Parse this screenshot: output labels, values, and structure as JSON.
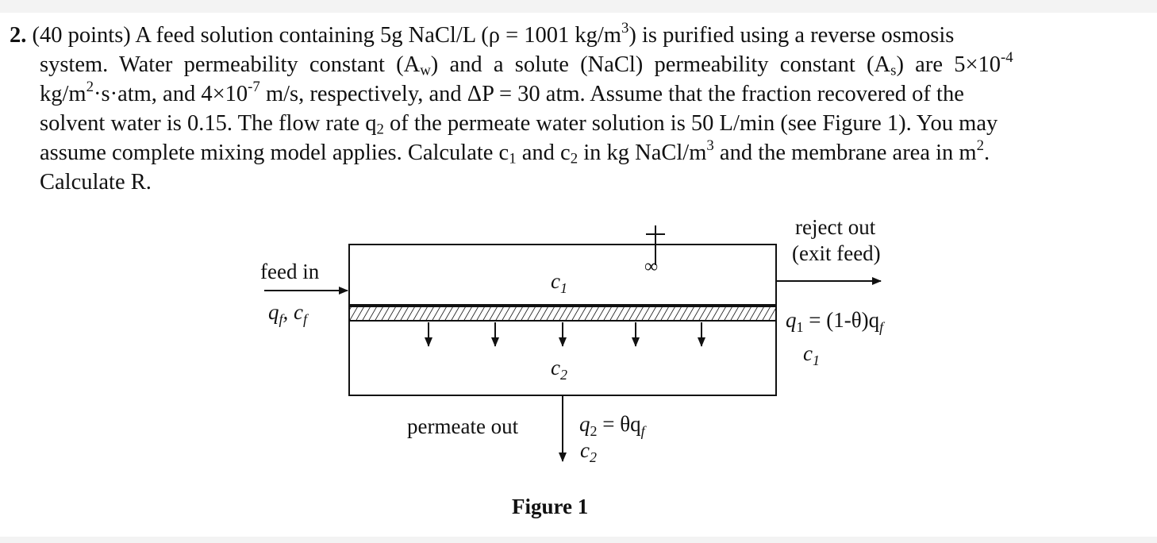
{
  "problem": {
    "number": "2.",
    "points": "(40 points)",
    "line1": " A feed solution containing 5g NaCl/L (ρ = 1001 kg/m",
    "line1_sup": "3",
    "line1_end": ") is purified using a reverse osmosis",
    "line2a": "system.  Water  permeability  constant  (A",
    "line2_sub_w": "w",
    "line2b": ")  and  a  solute  (NaCl)  permeability  constant  (A",
    "line2_sub_s": "s",
    "line2c": ")  are  5×10",
    "line2_sup": "-4",
    "line3a": "kg/m",
    "line3_sup1": "2",
    "line3b": "·s·atm, and 4×10",
    "line3_sup2": "-7",
    "line3c": " m/s, respectively, and ΔP = 30 atm.  Assume that the fraction recovered of the",
    "line4a": "solvent water is 0.15.  The flow rate q",
    "line4_sub": "2",
    "line4b": " of the permeate water solution is 50 L/min (see Figure 1).  You may",
    "line5a": "assume complete mixing model applies.  Calculate c",
    "line5_sub1": "1",
    "line5b": " and c",
    "line5_sub2": "2",
    "line5c": " in kg NaCl/m",
    "line5_sup": "3",
    "line5d": " and the membrane area in m",
    "line5_sup2": "2",
    "line5e": ".",
    "line6": "Calculate R."
  },
  "figure": {
    "caption": "Figure 1",
    "feed_label": "feed in",
    "feed_vars": "q",
    "feed_sub_f": "f",
    "feed_comma": ", c",
    "feed_sub_f2": "f",
    "reject_line1": "reject out",
    "reject_line2": "(exit feed)",
    "q1_label": "q",
    "q1_sub": "1",
    "q1_eq": " = (1-θ)q",
    "q1_sub_f": "f",
    "c1_right": "c",
    "c1_right_sub": "1",
    "c1_top": "c",
    "c1_top_sub": "1",
    "c2_bottom": "c",
    "c2_bottom_sub": "2",
    "permeate_label": "permeate out",
    "q2_label": "q",
    "q2_sub": "2",
    "q2_eq": " = θq",
    "q2_sub_f": "f",
    "c2_out": "c",
    "c2_out_sub": "2",
    "stirrer_symbol": "∞"
  }
}
